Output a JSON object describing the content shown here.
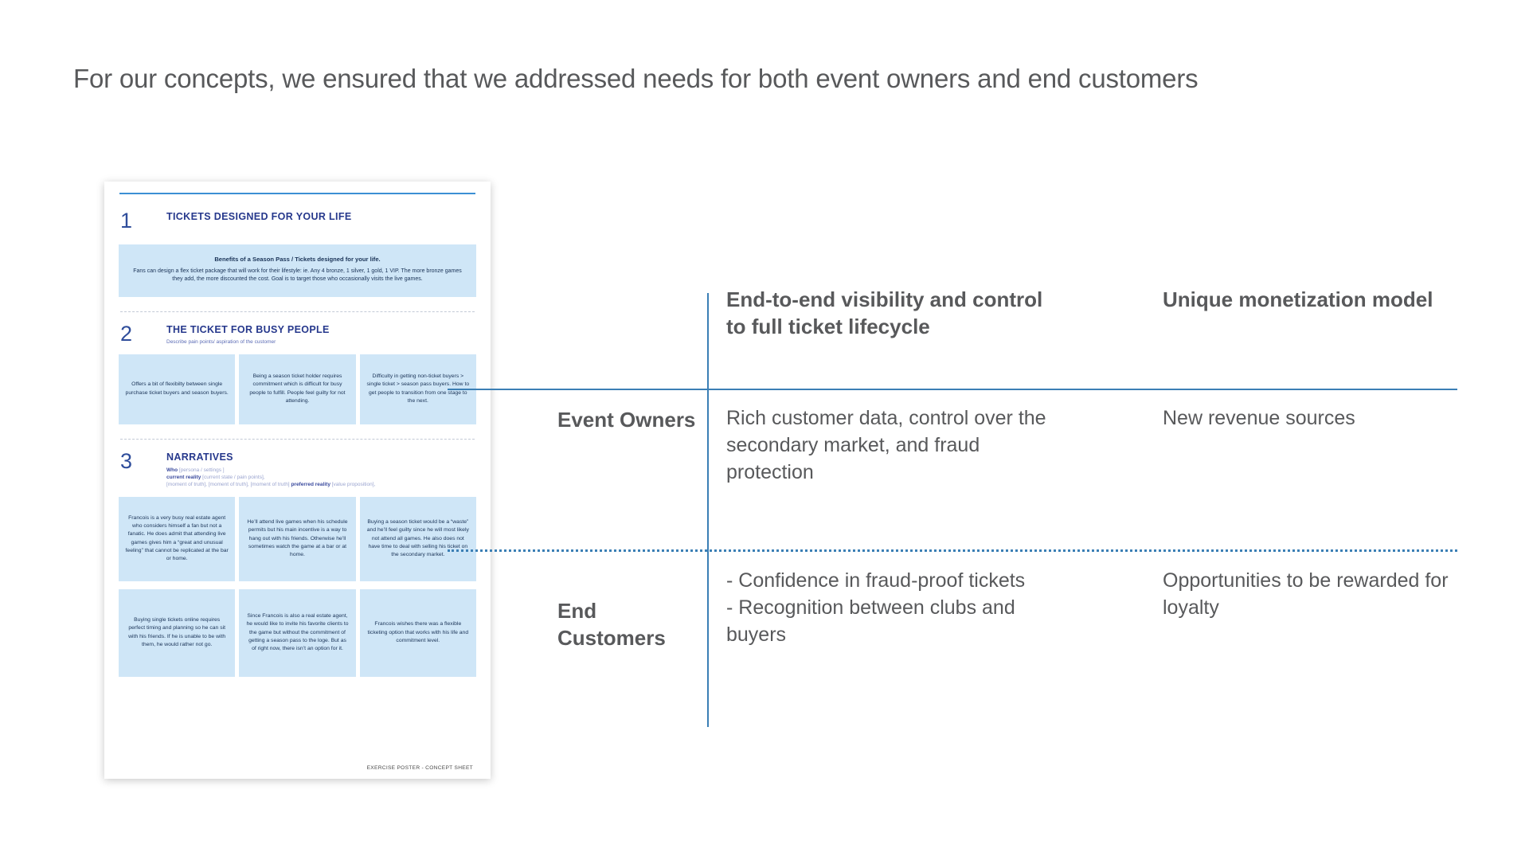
{
  "slide": {
    "title": "For our concepts, we ensured that we addressed needs for both event owners and end customers"
  },
  "poster": {
    "footer": "EXERCISE POSTER - CONCEPT SHEET",
    "sections": [
      {
        "number": "1",
        "title": "TICKETS DESIGNED FOR YOUR LIFE",
        "banner_head": "Benefits of a Season Pass / Tickets designed for your life.",
        "banner_body": "Fans can design a flex ticket package that will work for their lifestyle: ie. Any 4 bronze, 1 silver, 1 gold, 1 VIP. The more bronze games they add, the more discounted the cost. Goal is to target those who occasionally visits the live games."
      },
      {
        "number": "2",
        "title": "THE TICKET FOR BUSY PEOPLE",
        "subtitle": "Describe pain points/ aspiration of the customer",
        "cards": [
          "Offers a bit of flexibilty between single purchase ticket buyers and season buyers.",
          "Being a season ticket holder requires commitment which is difficult for busy people to fulfill. People feel guilty for not attending.",
          "Difficulty in getting non-ticket buyers > single ticket > season pass buyers. How to get people to transition from one stage to the next."
        ]
      },
      {
        "number": "3",
        "title": "NARRATIVES",
        "sub_line1_em": "Who",
        "sub_line1_rest": "[persona / settings ]",
        "sub_line2_em": "current reality",
        "sub_line2_rest": "[current state / pain points],",
        "sub_line3_a": "[moment of truth], [moment of truth], [moment of truth]",
        "sub_line3_em": "preferred reality",
        "sub_line3_b": "[value proposition],",
        "cards_row1": [
          "Francois is a very busy real estate agent who considers himself a fan but not a fanatic. He does admit that attending live games gives him a “great and unusual feeling” that cannot be replicated at the bar or home.",
          "He’ll attend live games when his schedule permits but his main incentive is a way to hang out with his friends. Otherwise he’ll sometimes watch the game at a bar or at home.",
          "Buying a season ticket would be a “waste” and he’ll feel guilty since he will most likely not attend all games. He also does not have time to deal with selling his ticket on the secondary market."
        ],
        "cards_row2": [
          "Buying single tickets online requires perfect timing and planning so he can sit with his friends. If he is unable to be with them, he would rather not go.",
          "Since Francois is also a real estate agent, he would like to invite his favorite clients to the game but without the commitment of getting a season pass to the loge. But as of right now, there isn’t an option for it.",
          "Francois wishes there was a flexible ticketing option that works with his life and commitment level."
        ]
      }
    ]
  },
  "matrix": {
    "columns": [
      "End-to-end visibility and control to full ticket lifecycle",
      "Unique monetization model"
    ],
    "rows": [
      {
        "label": "Event Owners",
        "cells": [
          "Rich customer data, control over the secondary market, and fraud protection",
          "New revenue sources"
        ]
      },
      {
        "label": "End Customers",
        "cells": [
          "- Confidence in fraud-proof tickets\n- Recognition between clubs and buyers",
          "Opportunities to be rewarded for loyalty"
        ]
      }
    ]
  },
  "colors": {
    "accent_blue": "#3b7fb5",
    "poster_navy": "#26388c",
    "card_blue": "#cfe6f7",
    "text_gray": "#58595b"
  }
}
